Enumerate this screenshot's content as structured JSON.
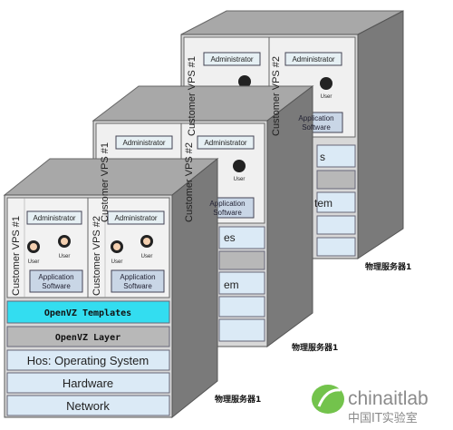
{
  "colors": {
    "side_face": "#7a7a7a",
    "top_face": "#a8a8a8",
    "front_bg": "#d8d8d8",
    "layer_blue": "#dbeaf6",
    "templates_cyan": "#33ddf0",
    "openvz_layer": "#b8b8b8",
    "watermark_green": "#5ab92d"
  },
  "vps": {
    "left_tag": "Customer VPS #1",
    "right_tag": "Customer VPS #2",
    "administrator": "Administrator",
    "user": "User",
    "app_line1": "Application",
    "app_line2": "Software"
  },
  "stack": {
    "templates": "OpenVZ Templates",
    "openvz_layer": "OpenVZ  Layer",
    "host_os": "Hos: Operating System",
    "hardware": "Hardware",
    "network": "Network"
  },
  "partial": {
    "stem": "em",
    "es": "es",
    "s": "s",
    "em_lower": "tem"
  },
  "server_labels": {
    "back": "物理服务器1",
    "middle": "物理服务器1",
    "front": "物理服务器1"
  },
  "watermark": {
    "brand": "chinaitlab",
    "sub": "中国IT实验室"
  }
}
